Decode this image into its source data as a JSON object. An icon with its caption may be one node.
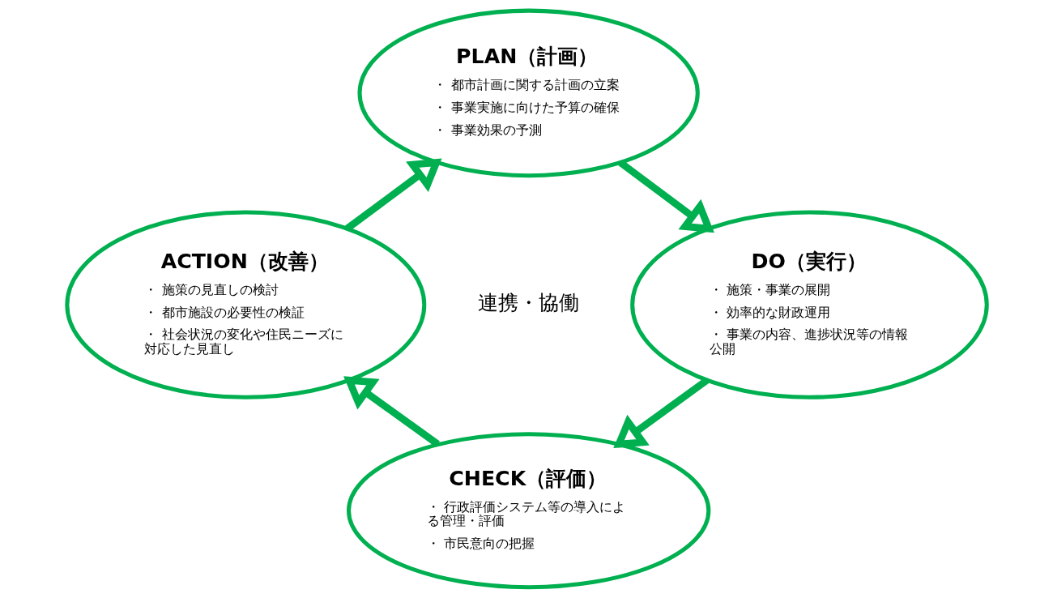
{
  "diagram": {
    "nodes": [
      {
        "text": [
          "PLAN（計画）",
          "・ 都市計画に関する計画の立案",
          "・ 事業実施に向けた予算の確保",
          "・ 事業効果の予測"
        ]
      },
      {
        "text": [
          "ACTION（改善）",
          "・ 施策の見直しの検討",
          "・ 都市施設の必要性の検証",
          "・ 社会状況の変化や住民ニーズに対応した見直し"
        ]
      },
      {
        "text": [
          "DO（実行）",
          "・ 施策・事業の展開",
          "・ 効率的な財政運用",
          "・ 事業の内容、進捗状況等の情報公開"
        ]
      },
      {
        "text": [
          "CHECK（評価）",
          "・ 行政評価システム等の導入による管理・評価",
          "・ 市民意向の把握"
        ]
      }
    ],
    "edges": [
      {
        "from": 0,
        "to": 2,
        "arrow": "to"
      },
      {
        "from": 2,
        "to": 3,
        "arrow": "to"
      },
      {
        "from": 3,
        "to": 1,
        "arrow": "to"
      },
      {
        "from": 1,
        "to": 0,
        "arrow": "to"
      }
    ],
    "labels": [
      "連携・協働"
    ]
  }
}
